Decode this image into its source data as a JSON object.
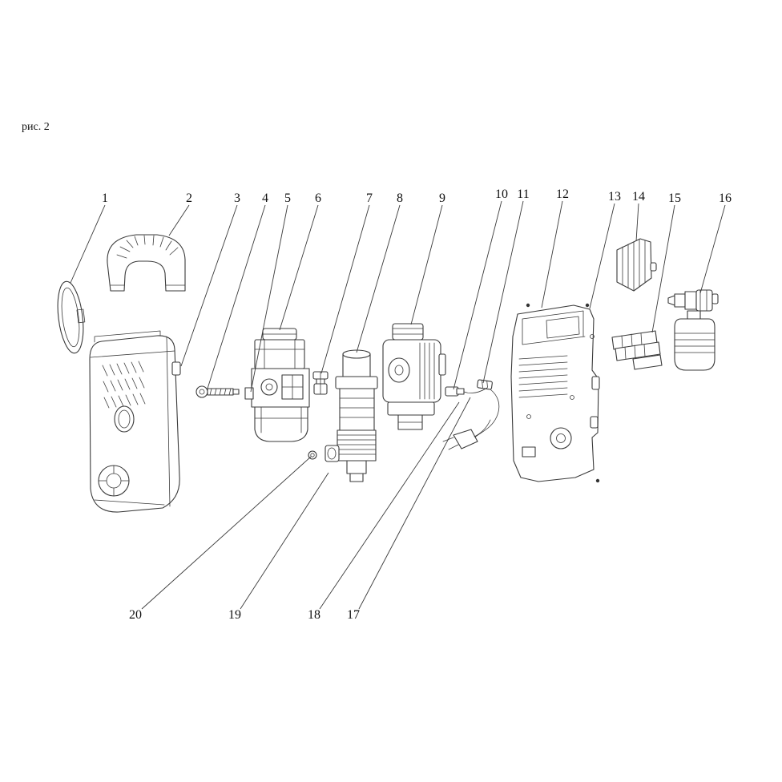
{
  "figure": {
    "label": "рис. 2"
  },
  "callouts": [
    {
      "label": "1"
    },
    {
      "label": "2"
    },
    {
      "label": "3"
    },
    {
      "label": "4"
    },
    {
      "label": "5"
    },
    {
      "label": "6"
    },
    {
      "label": "7"
    },
    {
      "label": "8"
    },
    {
      "label": "9"
    },
    {
      "label": "10"
    },
    {
      "label": "11"
    },
    {
      "label": "12"
    },
    {
      "label": "13"
    },
    {
      "label": "14"
    },
    {
      "label": "15"
    },
    {
      "label": "16"
    },
    {
      "label": "17"
    },
    {
      "label": "18"
    },
    {
      "label": "19"
    },
    {
      "label": "20"
    }
  ],
  "colors": {
    "line": "#3a3a3a",
    "background": "#ffffff"
  }
}
